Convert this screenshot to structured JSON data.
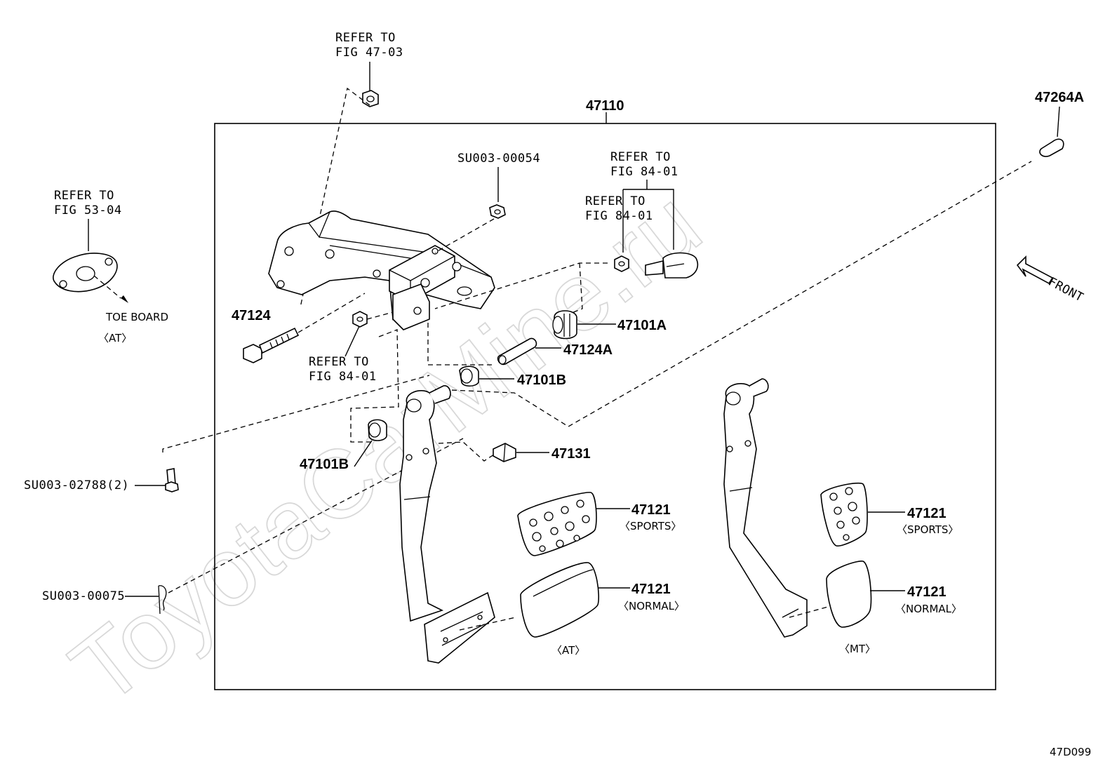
{
  "figure_code": "47D099",
  "watermark": "ToyotaCarMine.ru",
  "assembly_number": "47110",
  "front_label": "FRONT",
  "callouts": {
    "refer_47_03": [
      "REFER TO",
      "FIG 47-03"
    ],
    "refer_53_04": [
      "REFER TO",
      "FIG 53-04"
    ],
    "refer_84_01_top": [
      "REFER TO",
      "FIG 84-01"
    ],
    "refer_84_01_mid": [
      "REFER TO",
      "FIG 84-01"
    ],
    "refer_84_01_low": [
      "REFER TO",
      "FIG 84-01"
    ],
    "toe_board": "TOE BOARD",
    "at_small": "〈AT〉"
  },
  "parts": {
    "p47264A": "47264A",
    "p47124": "47124",
    "p47101A": "47101A",
    "p47124A": "47124A",
    "p47101B_upper": "47101B",
    "p47101B_lower": "47101B",
    "p47131": "47131",
    "su00054": "SU003-00054",
    "su02788": "SU003-02788(2)",
    "su00075": "SU003-00075",
    "pad_at_sports": "47121",
    "pad_at_normal": "47121",
    "pad_mt_sports": "47121",
    "pad_mt_normal": "47121"
  },
  "variants": {
    "sports": "〈SPORTS〉",
    "normal": "〈NORMAL〉",
    "at": "〈AT〉",
    "mt": "〈MT〉"
  }
}
